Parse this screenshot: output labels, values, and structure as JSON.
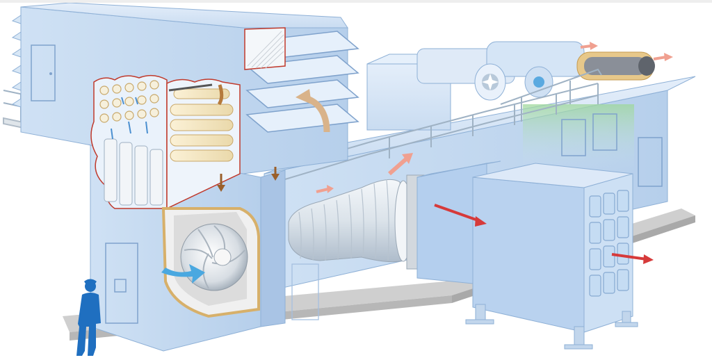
{
  "colors": {
    "background": "#ffffff",
    "housing_light": "#d6e6f6",
    "housing_mid": "#bcd4ee",
    "housing_dark": "#9fbde0",
    "outline": "#6f94c2",
    "floor": "#c9c9c9",
    "cutaway_edge": "#c0392b",
    "filter_cream": "#f4e7c4",
    "steel": "#e8eef4",
    "steel_shade": "#b9c6d3",
    "person": "#1f6fc0",
    "arrow_exhaust": "#d63a3a",
    "arrow_intake": "#4aa8e0",
    "arrow_flow": "#b57a3c",
    "arrow_hot": "#f0a090",
    "vent_glow": "#8fd08c"
  },
  "icons": {
    "person": "worker-silhouette",
    "fan": "fan-rotor",
    "arrow": "flow-arrow"
  }
}
